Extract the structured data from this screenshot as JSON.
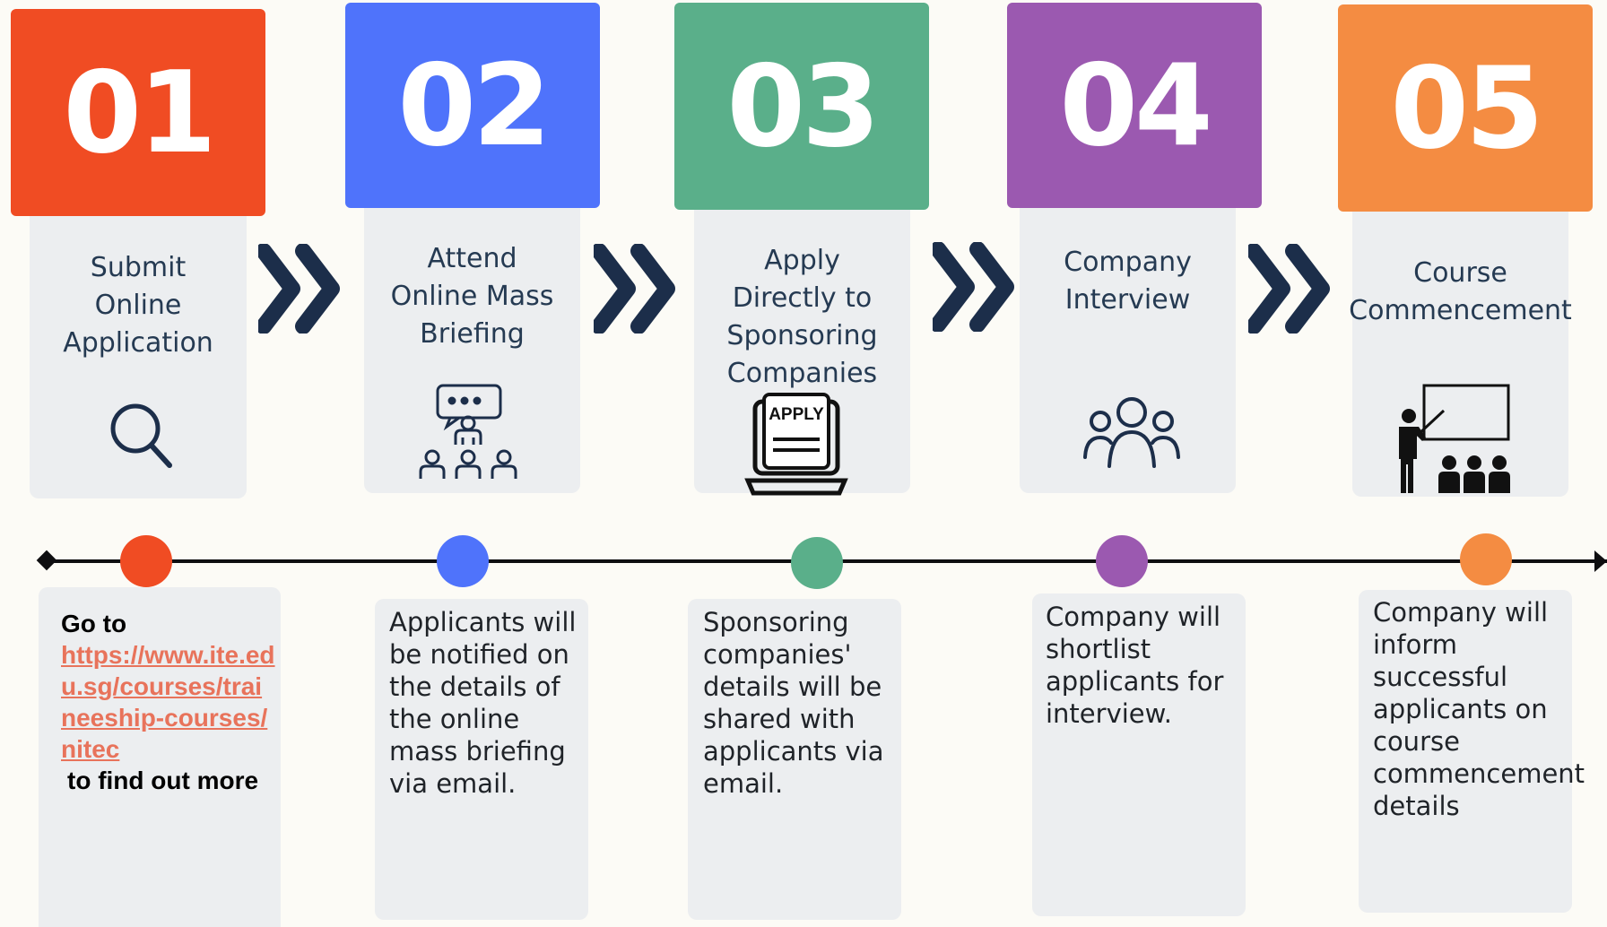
{
  "steps": [
    {
      "number": "01",
      "title_lines": [
        "Submit",
        "Online",
        "Application"
      ],
      "color": "#f04c23",
      "icon": "search-icon"
    },
    {
      "number": "02",
      "title_lines": [
        "Attend",
        "Online Mass",
        "Briefing"
      ],
      "color": "#4f73fb",
      "icon": "presentation-audience-icon"
    },
    {
      "number": "03",
      "title_lines": [
        "Apply",
        "Directly to",
        "Sponsoring",
        "Companies"
      ],
      "color": "#5aaf8a",
      "icon": "apply-laptop-icon",
      "icon_label": "APPLY"
    },
    {
      "number": "04",
      "title_lines": [
        "Company",
        "Interview"
      ],
      "color": "#9b59b0",
      "icon": "group-people-icon"
    },
    {
      "number": "05",
      "title_lines": [
        "Course",
        "Commencement"
      ],
      "color": "#f48c42",
      "icon": "teacher-classroom-icon"
    }
  ],
  "descriptions": {
    "step1": {
      "prefix": "Go to",
      "link": "https://www.ite.edu.sg/courses/traineeship-courses/nitec",
      "suffix": "to find out more"
    },
    "step2": "Applicants will be notified on the details of the online mass briefing via email.",
    "step3": "Sponsoring companies' details will be shared with applicants via email.",
    "step4": "Company will shortlist applicants for interview.",
    "step5": "Company will inform successful applicants on course commencement details"
  },
  "colors": {
    "chevron": "#1c2e4a",
    "timeline": "#0e0e10",
    "card": "#eceef0",
    "title_text": "#253a52"
  }
}
